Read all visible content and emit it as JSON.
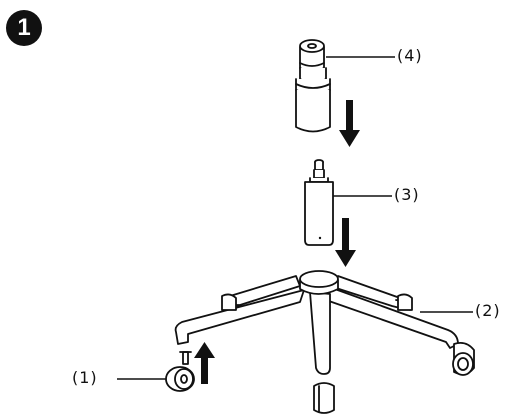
{
  "step": {
    "number": "1"
  },
  "callouts": [
    {
      "id": "part-4",
      "label": "(4)"
    },
    {
      "id": "part-3",
      "label": "(3)"
    },
    {
      "id": "part-2",
      "label": "(2)"
    },
    {
      "id": "part-1",
      "label": "(1)"
    }
  ],
  "colors": {
    "ink": "#111111",
    "paper": "#ffffff"
  },
  "icons": [
    "down-arrow-icon",
    "up-arrow-icon"
  ]
}
